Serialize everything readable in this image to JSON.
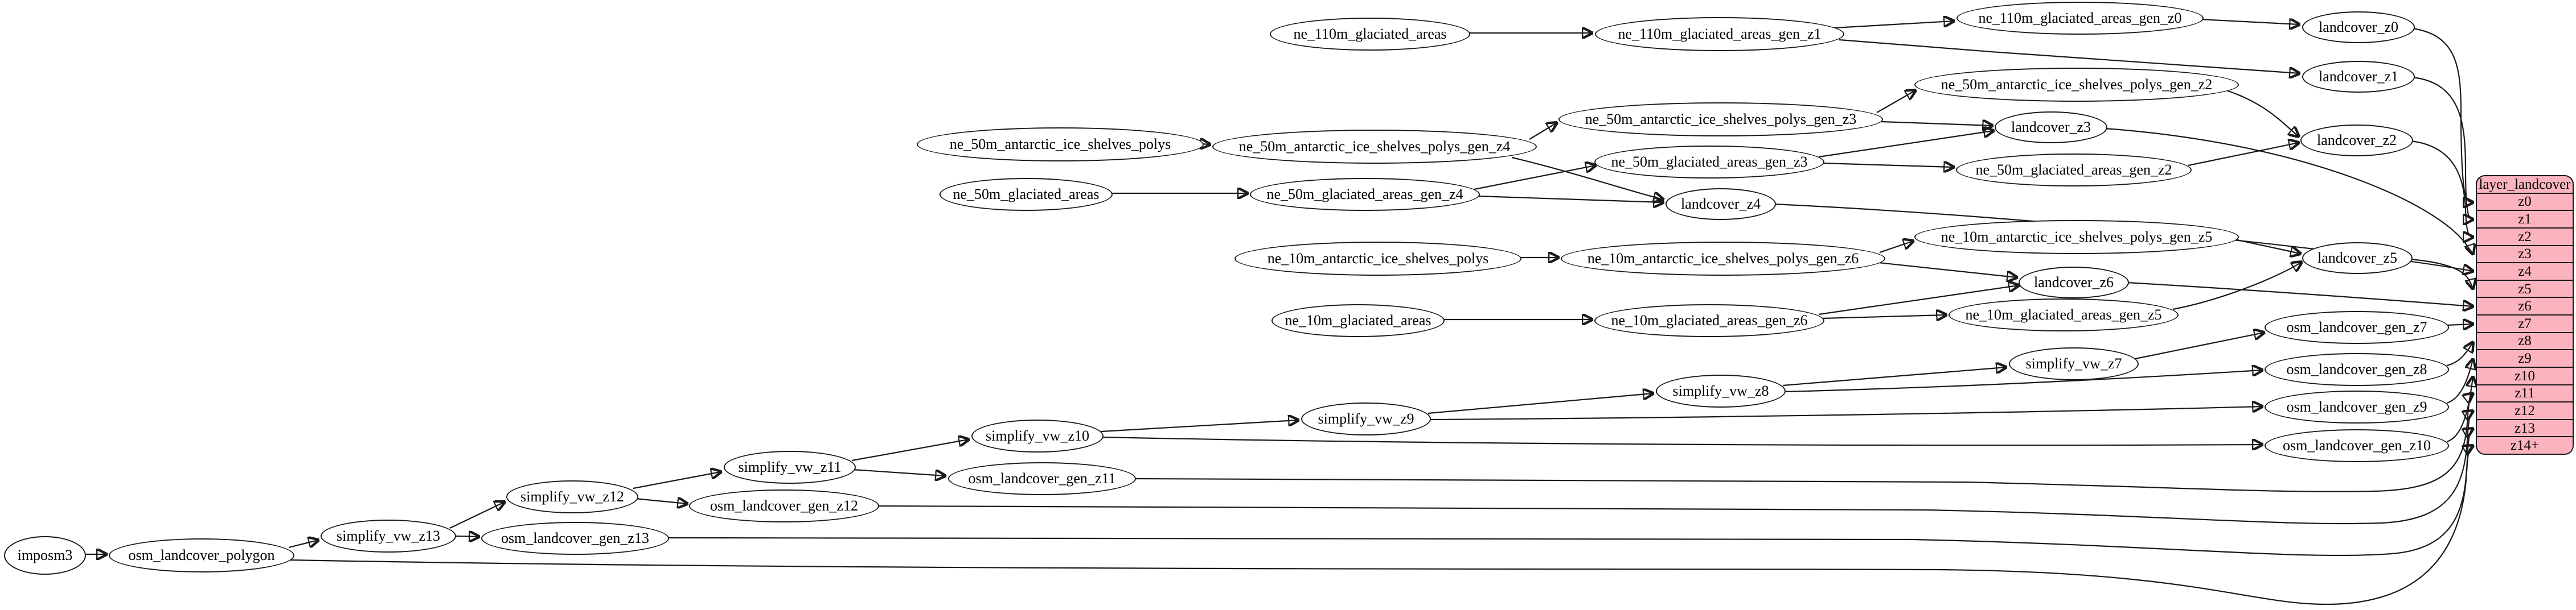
{
  "diagram": {
    "nodes": [
      {
        "id": "n1",
        "label": "ne_110m_glaciated_areas"
      },
      {
        "id": "n2",
        "label": "ne_110m_glaciated_areas_gen_z1"
      },
      {
        "id": "n3",
        "label": "ne_110m_glaciated_areas_gen_z0"
      },
      {
        "id": "n4",
        "label": "landcover_z0"
      },
      {
        "id": "n5",
        "label": "landcover_z1"
      },
      {
        "id": "n6",
        "label": "ne_50m_antarctic_ice_shelves_polys_gen_z2"
      },
      {
        "id": "n7",
        "label": "ne_50m_antarctic_ice_shelves_polys_gen_z3"
      },
      {
        "id": "n8",
        "label": "landcover_z3"
      },
      {
        "id": "n9",
        "label": "ne_50m_antarctic_ice_shelves_polys"
      },
      {
        "id": "n10",
        "label": "ne_50m_antarctic_ice_shelves_polys_gen_z4"
      },
      {
        "id": "n11",
        "label": "ne_50m_glaciated_areas_gen_z3"
      },
      {
        "id": "n12",
        "label": "ne_50m_glaciated_areas_gen_z2"
      },
      {
        "id": "n13",
        "label": "ne_50m_glaciated_areas"
      },
      {
        "id": "n14",
        "label": "ne_50m_glaciated_areas_gen_z4"
      },
      {
        "id": "n15",
        "label": "landcover_z2"
      },
      {
        "id": "n16",
        "label": "landcover_z4"
      },
      {
        "id": "n17",
        "label": "ne_10m_antarctic_ice_shelves_polys"
      },
      {
        "id": "n18",
        "label": "ne_10m_antarctic_ice_shelves_polys_gen_z6"
      },
      {
        "id": "n19",
        "label": "ne_10m_antarctic_ice_shelves_polys_gen_z5"
      },
      {
        "id": "n20",
        "label": "landcover_z6"
      },
      {
        "id": "n21",
        "label": "landcover_z5"
      },
      {
        "id": "n22",
        "label": "ne_10m_glaciated_areas"
      },
      {
        "id": "n23",
        "label": "ne_10m_glaciated_areas_gen_z6"
      },
      {
        "id": "n24",
        "label": "ne_10m_glaciated_areas_gen_z5"
      },
      {
        "id": "n25",
        "label": "osm_landcover_gen_z7"
      },
      {
        "id": "n26",
        "label": "simplify_vw_z7"
      },
      {
        "id": "n27",
        "label": "osm_landcover_gen_z8"
      },
      {
        "id": "n28",
        "label": "osm_landcover_gen_z9"
      },
      {
        "id": "n29",
        "label": "simplify_vw_z8"
      },
      {
        "id": "n30",
        "label": "simplify_vw_z9"
      },
      {
        "id": "n31",
        "label": "simplify_vw_z10"
      },
      {
        "id": "n32",
        "label": "osm_landcover_gen_z10"
      },
      {
        "id": "n33",
        "label": "simplify_vw_z11"
      },
      {
        "id": "n34",
        "label": "osm_landcover_gen_z11"
      },
      {
        "id": "n35",
        "label": "simplify_vw_z12"
      },
      {
        "id": "n36",
        "label": "osm_landcover_gen_z12"
      },
      {
        "id": "n37",
        "label": "simplify_vw_z13"
      },
      {
        "id": "n38",
        "label": "osm_landcover_gen_z13"
      },
      {
        "id": "n39",
        "label": "imposm3"
      },
      {
        "id": "n40",
        "label": "osm_landcover_polygon"
      }
    ],
    "table": {
      "title": "layer_landcover",
      "rows": [
        "z0",
        "z1",
        "z2",
        "z3",
        "z4",
        "z5",
        "z6",
        "z7",
        "z8",
        "z9",
        "z10",
        "z11",
        "z12",
        "z13",
        "z14+"
      ]
    },
    "colors": {
      "background": "#ffffff",
      "node_fill": "#ffffff",
      "node_border": "#1a1a1a",
      "edge": "#1a1a1a",
      "table_fill": "#fbb4be",
      "table_border": "#1a1a1a",
      "text": "#000000"
    }
  }
}
